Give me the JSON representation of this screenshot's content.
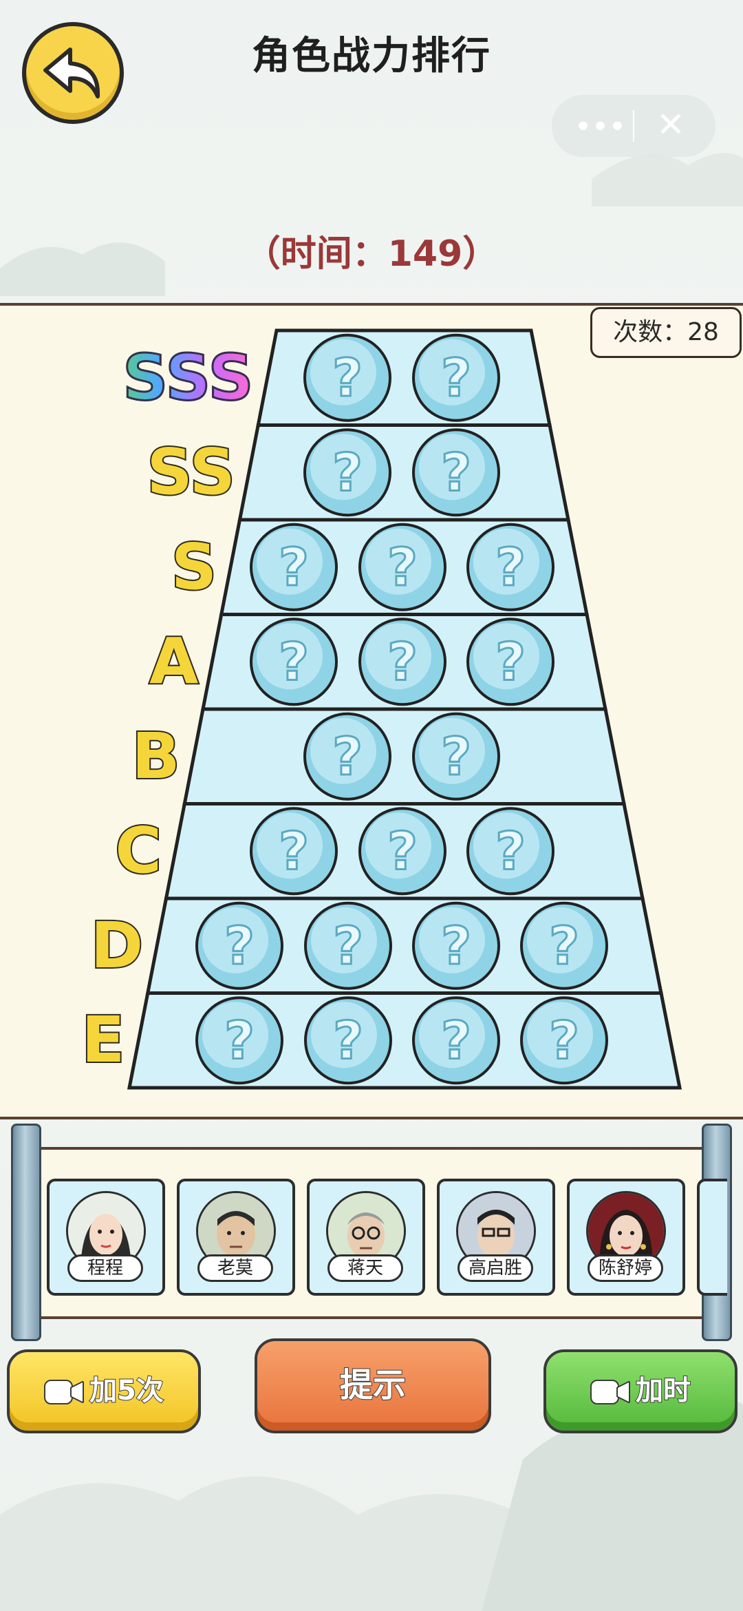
{
  "header": {
    "title": "角色战力排行"
  },
  "timer": {
    "text": "（时间：149）"
  },
  "counter": {
    "text": "次数：28"
  },
  "tiers": [
    {
      "label": "SSS",
      "slots": 2
    },
    {
      "label": "SS",
      "slots": 2
    },
    {
      "label": "S",
      "slots": 3
    },
    {
      "label": "A",
      "slots": 3
    },
    {
      "label": "B",
      "slots": 2
    },
    {
      "label": "C",
      "slots": 3
    },
    {
      "label": "D",
      "slots": 4
    },
    {
      "label": "E",
      "slots": 4
    }
  ],
  "slot_symbol": "?",
  "characters": [
    {
      "name": "程程"
    },
    {
      "name": "老莫"
    },
    {
      "name": "蒋天"
    },
    {
      "name": "高启胜"
    },
    {
      "name": "陈舒婷"
    }
  ],
  "buttons": {
    "add_tries": "加5次",
    "hint": "提示",
    "add_time": "加时"
  },
  "colors": {
    "accent_yellow": "#f5d63a",
    "timer_red": "#9b3838",
    "slot_blue": "#cdeff8"
  }
}
